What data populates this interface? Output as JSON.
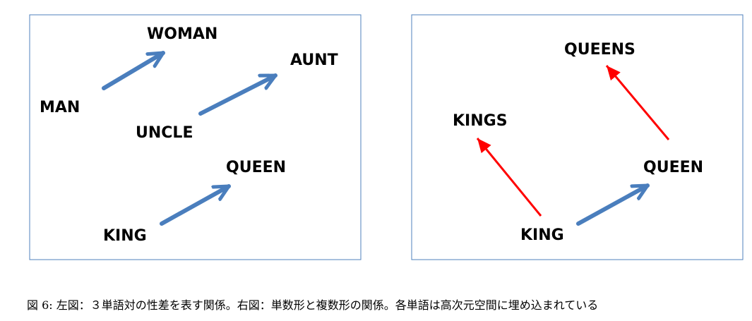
{
  "colors": {
    "frame": "#4f81bd",
    "blue_arrow": "#4a7ebd",
    "red_arrow": "#ff0000",
    "text": "#000000"
  },
  "left_panel": {
    "words": {
      "woman": "WOMAN",
      "aunt": "AUNT",
      "man": "MAN",
      "uncle": "UNCLE",
      "queen": "QUEEN",
      "king": "KING"
    }
  },
  "right_panel": {
    "words": {
      "queens": "QUEENS",
      "kings": "KINGS",
      "queen": "QUEEN",
      "king": "KING"
    }
  },
  "caption": "図 6: 左図：３単語対の性差を表す関係。右図：単数形と複数形の関係。各単語は高次元空間に埋め込まれている"
}
